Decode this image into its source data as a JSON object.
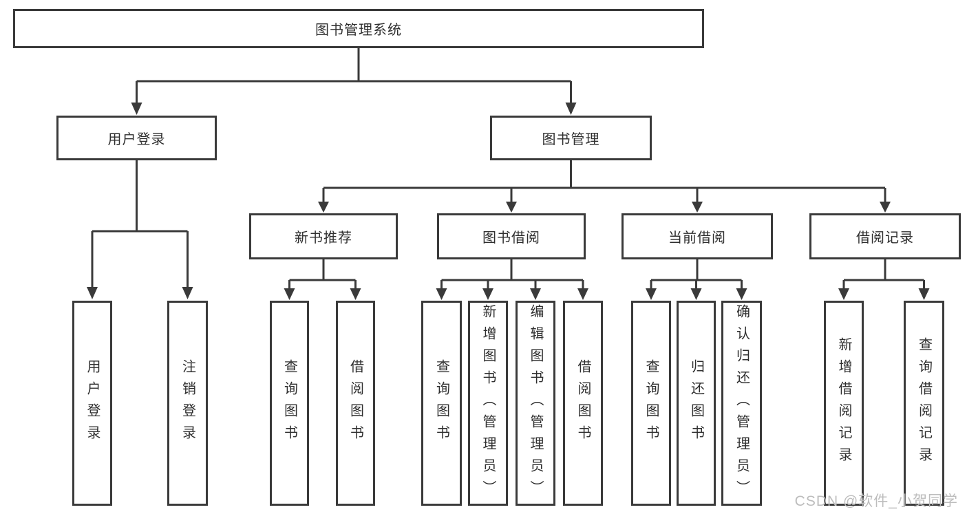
{
  "diagram": {
    "root": {
      "label": "图书管理系统"
    },
    "level2": {
      "user_login": {
        "label": "用户登录"
      },
      "book_mgmt": {
        "label": "图书管理"
      }
    },
    "level3": {
      "new_books": {
        "label": "新书推荐"
      },
      "borrow": {
        "label": "图书借阅"
      },
      "current": {
        "label": "当前借阅"
      },
      "records": {
        "label": "借阅记录"
      }
    },
    "leaves": {
      "user_login": [
        "用户登录",
        "注销登录"
      ],
      "new_books": [
        "查询图书",
        "借阅图书"
      ],
      "borrow": [
        "查询图书",
        "新增图书（管理员）",
        "编辑图书（管理员）",
        "借阅图书"
      ],
      "current": [
        "查询图书",
        "归还图书",
        "确认归还（管理员）"
      ],
      "records": [
        "新增借阅记录",
        "查询借阅记录"
      ]
    }
  },
  "watermark": {
    "text": "CSDN @软件_小贺同学"
  },
  "colors": {
    "line": "#3a3a3a",
    "text": "#2f2f2f",
    "background": "#ffffff",
    "watermark": "#bdbdbd"
  }
}
